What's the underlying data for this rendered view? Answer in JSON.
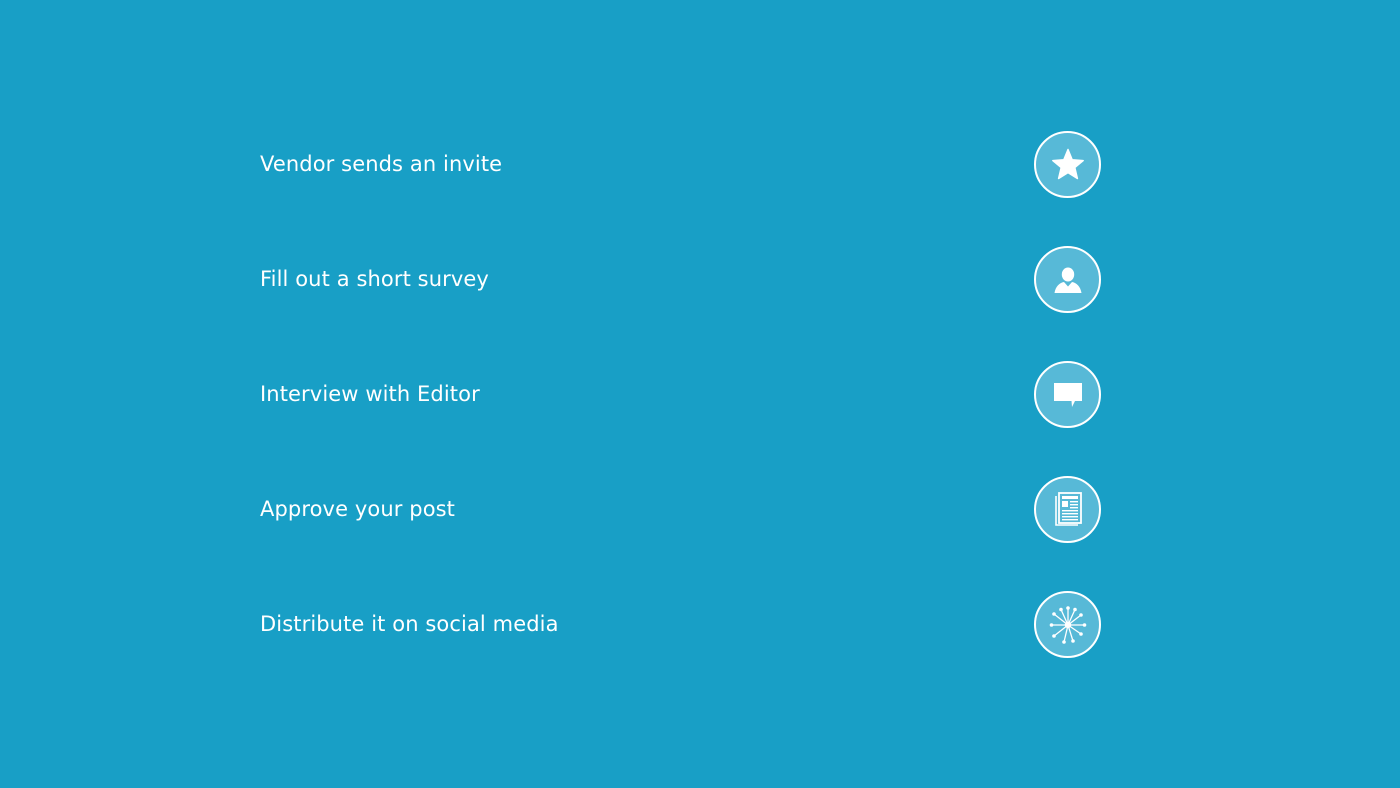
{
  "steps": [
    {
      "label": "Vendor sends an invite",
      "icon": "star-icon"
    },
    {
      "label": "Fill out a short survey",
      "icon": "user-icon"
    },
    {
      "label": "Interview with Editor",
      "icon": "chat-bubble-icon"
    },
    {
      "label": "Approve your post",
      "icon": "newspaper-icon"
    },
    {
      "label": "Distribute it on social media",
      "icon": "network-hub-icon"
    }
  ],
  "colors": {
    "background": "#189fc6",
    "icon_fill": "#57b9d7",
    "foreground": "#ffffff"
  }
}
